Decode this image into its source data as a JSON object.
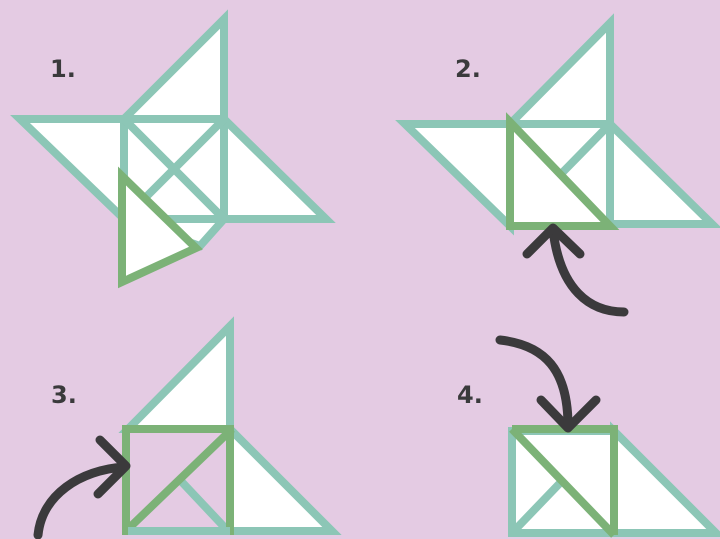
{
  "steps": [
    {
      "label": "1."
    },
    {
      "label": "2."
    },
    {
      "label": "3."
    },
    {
      "label": "4."
    }
  ],
  "colors": {
    "background": "#e4cbe3",
    "outline": "#8cc6b6",
    "highlight": "#7cb277",
    "arrow": "#3b3a3c",
    "label": "#3a3a3c"
  }
}
